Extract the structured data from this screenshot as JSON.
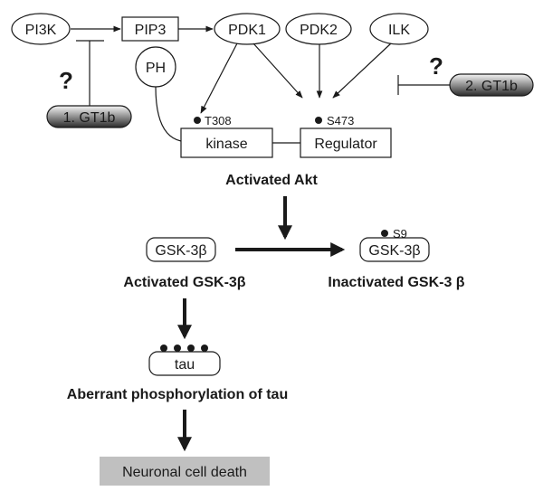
{
  "nodes": {
    "pi3k": "PI3K",
    "pip3": "PIP3",
    "pdk1": "PDK1",
    "pdk2": "PDK2",
    "ilk": "ILK",
    "ph": "PH",
    "kinase": "kinase",
    "regulator": "Regulator",
    "t308": "T308",
    "s473": "S473",
    "gt1b_1": "1. GT1b",
    "gt1b_2": "2. GT1b",
    "question_1": "?",
    "question_2": "?",
    "gsk_active": "GSK-3β",
    "gsk_inactive": "GSK-3β",
    "s9": "S9",
    "tau": "tau",
    "death": "Neuronal cell death"
  },
  "labels": {
    "activated_akt": "Activated Akt",
    "activated_gsk": "Activated GSK-3β",
    "inactivated_gsk": "Inactivated GSK-3 β",
    "aberrant": "Aberrant phosphorylation of tau"
  },
  "colors": {
    "ink": "#1a1a1a",
    "death_box": "#c0c0c0"
  }
}
